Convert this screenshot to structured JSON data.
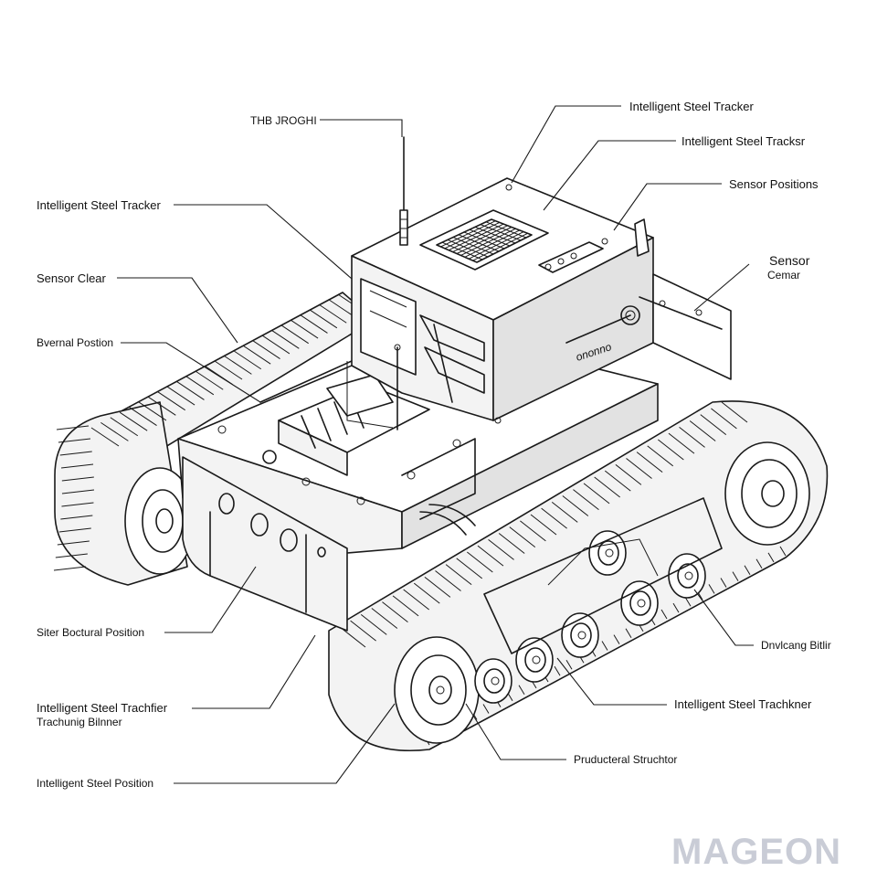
{
  "labels": {
    "top_left": "THB JROGHI",
    "right_1": "Intelligent Steel Tracker",
    "right_2": "Intelligent Steel Tracksr",
    "right_3": "Sensor Positions",
    "right_4a": "Sensor",
    "right_4b": "Cemar",
    "left_1": "Intelligent Steel Tracker",
    "left_2": "Sensor Clear",
    "left_3": "Bvernal Postion",
    "left_4": "Siter Boctural Position",
    "left_5a": "Intelligent Steel Trachfier",
    "left_5b": "Trachunig Bilnner",
    "left_6": "Intelligent Steel Position",
    "right_5": "Dnvlcang Bitlir",
    "right_6": "Intelligent Steel Trachkner",
    "bottom_1": "Pruducteral Struchtor",
    "body_mark": "ononno"
  },
  "watermark": "MAGEON",
  "colors": {
    "ink": "#1a1a1a",
    "watermark": "#c9ccd6"
  }
}
